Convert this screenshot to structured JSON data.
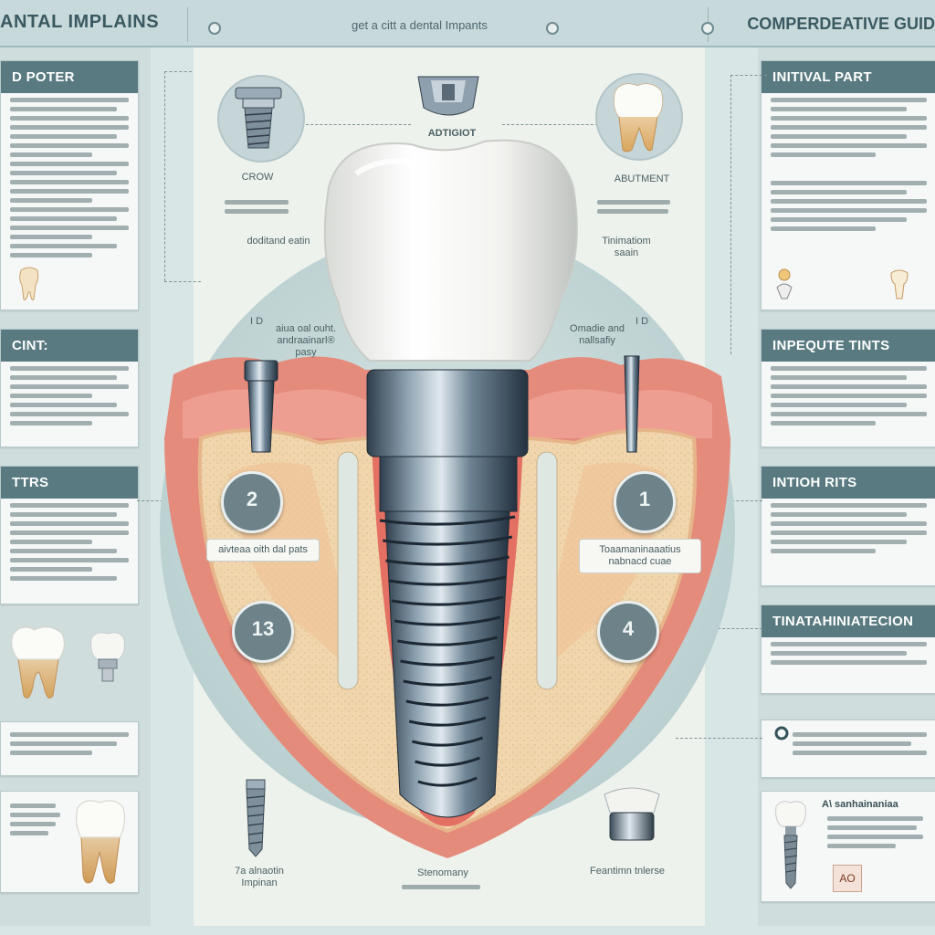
{
  "header": {
    "left_title": "ANTAL IMPLAINS",
    "center_text": "get a citt a dental Impants",
    "right_title": "COMPERDEATIVE GUID"
  },
  "left_cards": [
    {
      "title": "D POTER"
    },
    {
      "title": "CINT:"
    },
    {
      "title": "TTRS"
    }
  ],
  "right_cards": [
    {
      "title": "INITIVAL PART"
    },
    {
      "title": "INPEQUTE TINTS"
    },
    {
      "title": "INTIOH RITS"
    },
    {
      "title": "TINATAHINIATECION"
    }
  ],
  "labels": {
    "crown": "CROW",
    "abutment_top": "ADTIGIOT",
    "abutment_right": "ABUTMENT",
    "dotted_left": "doditand eatin",
    "dotted_right": "Tinimatiom saain",
    "id_left": "I D",
    "id_right": "I D",
    "side_left": "aiua oal ouht. andraainarl® pasy",
    "side_right": "Omadie and nallsafiy",
    "tag_left": "aivteaa oith dal pats",
    "tag_right": "Toaamaninaaatius nabnacd cuae",
    "bottom_left": "7a alnaotin Impinan",
    "bottom_center": "Stenomany",
    "bottom_right": "Feantimn tnlerse",
    "right_bottom_small": "A\\ sanhainaniaa",
    "right_badge": "AO"
  },
  "bubbles": [
    "2",
    "1",
    "13",
    "4"
  ],
  "colors": {
    "header_bg": "#c7d9db",
    "card_title_bg": "#587a80",
    "gum": "#e48b7c",
    "bone": "#f1d2a6",
    "metal": "#5b6f7e"
  }
}
